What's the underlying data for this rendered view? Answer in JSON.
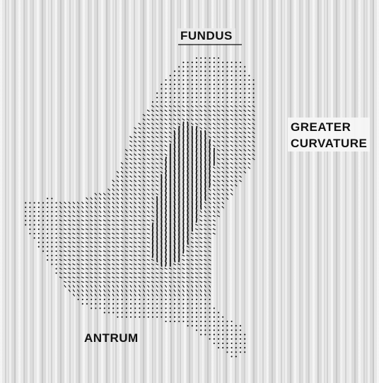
{
  "labels": {
    "fundus": "FUNDUS",
    "greater_line1": "GREATER",
    "greater_line2": "CURVATURE",
    "antrum": "ANTRUM"
  },
  "colors": {
    "background": "#dcdcdc",
    "ink": "#111111"
  }
}
